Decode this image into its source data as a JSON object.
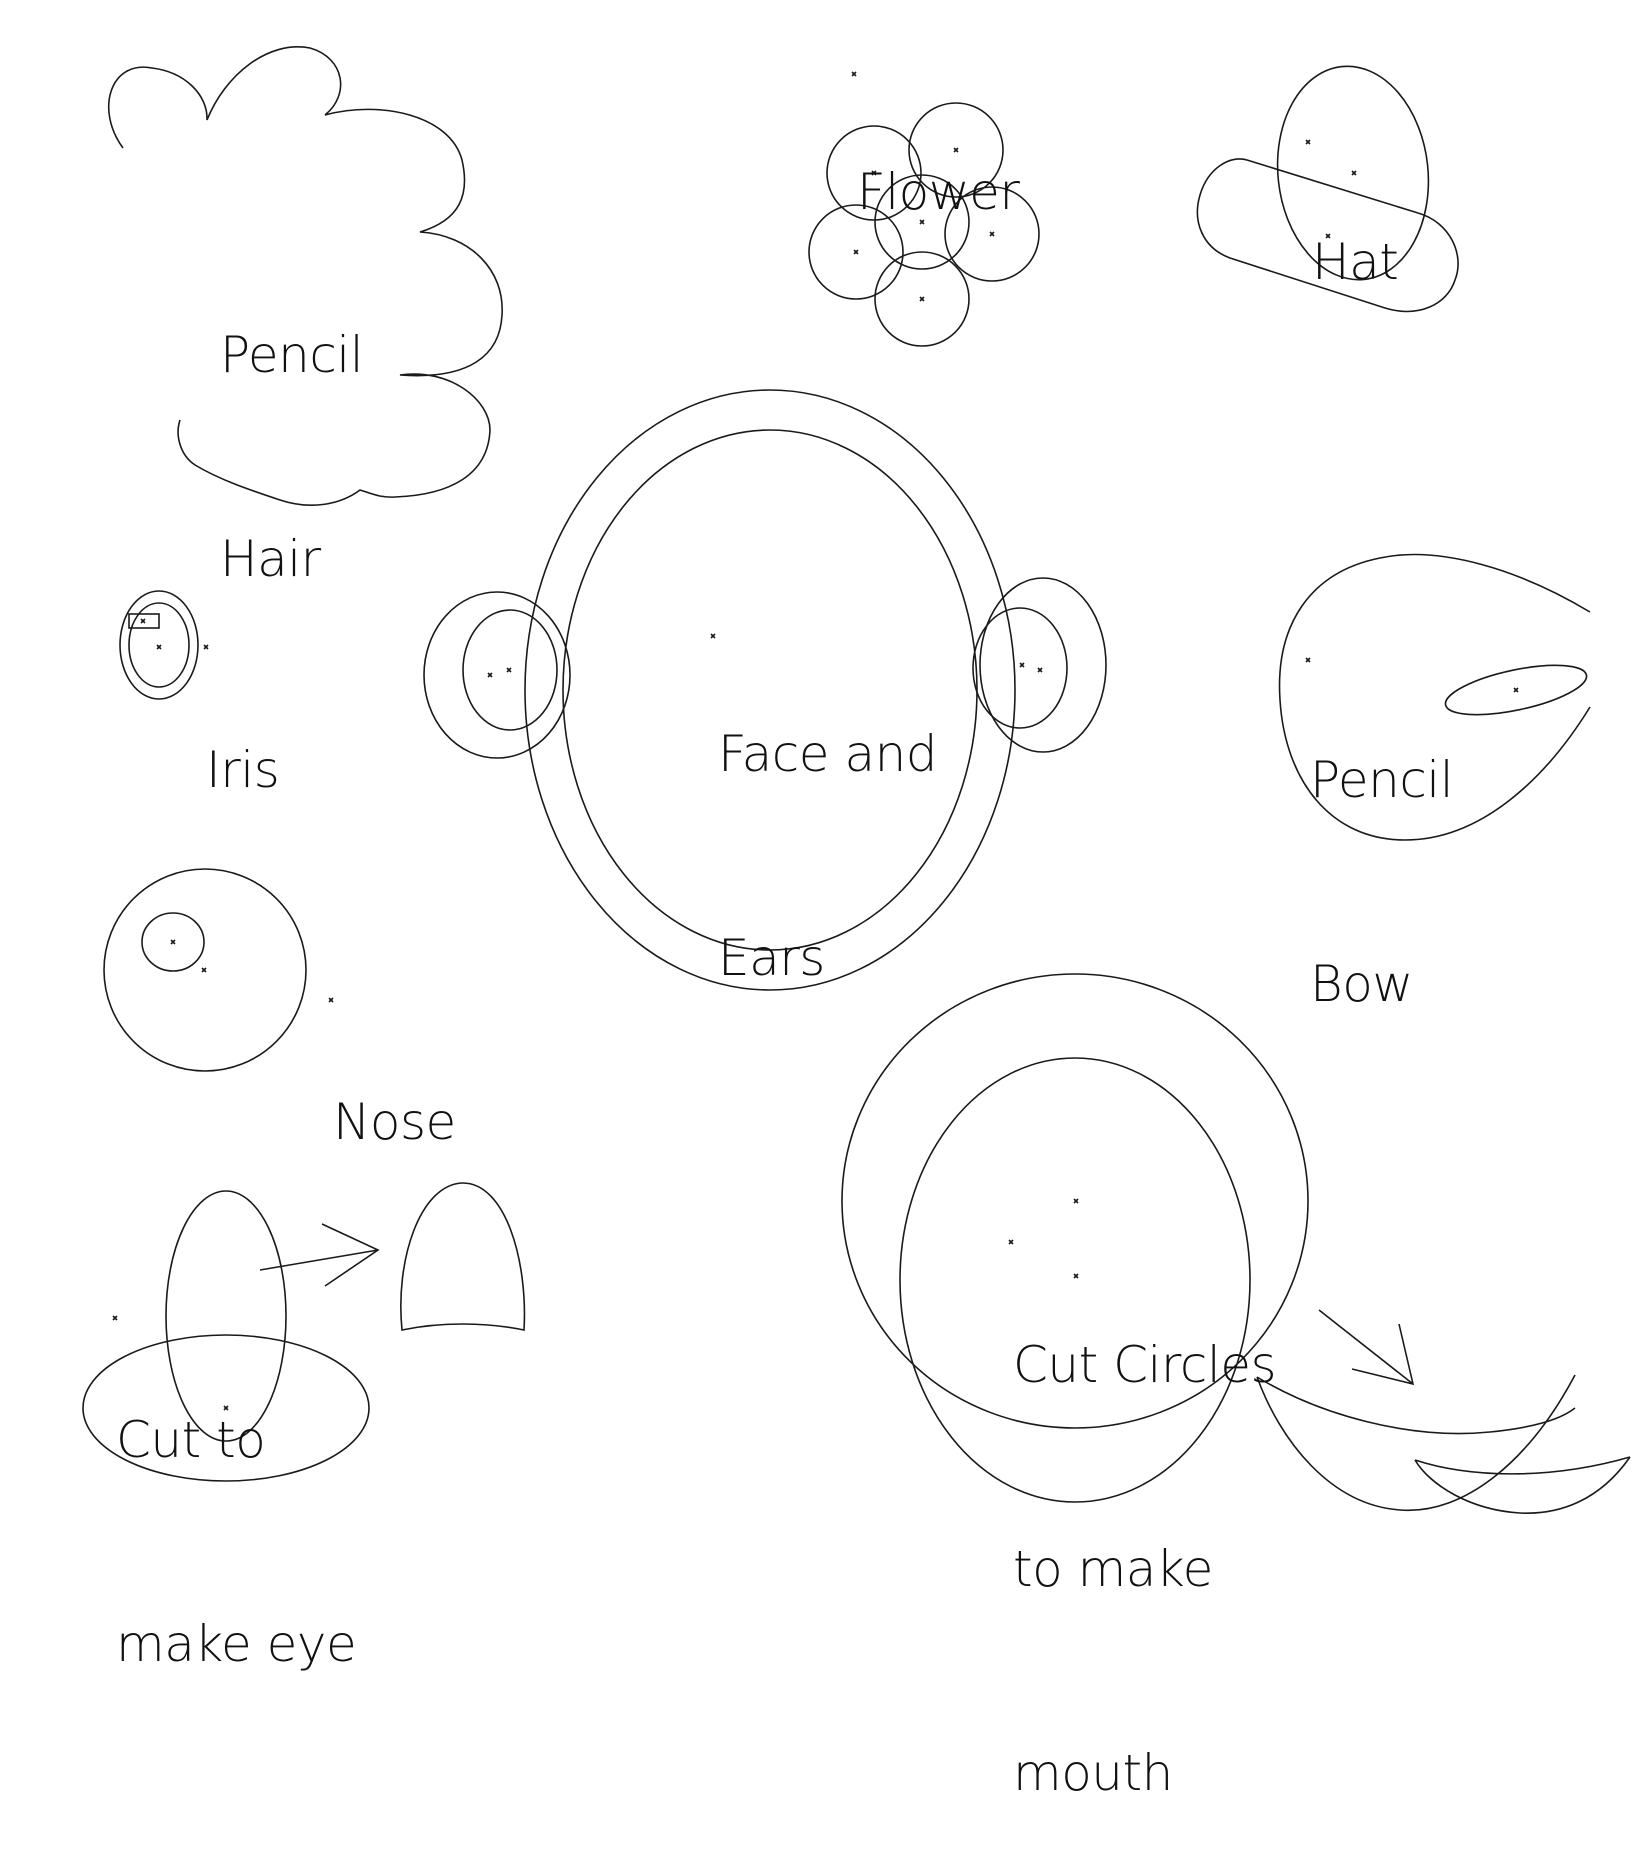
{
  "labels": {
    "flower": "Flower",
    "hat": "Hat",
    "pencil_hair": [
      "Pencil",
      "Hair"
    ],
    "iris": "Iris",
    "face_and_ears": [
      "Face and",
      "Ears"
    ],
    "pencil_bow": [
      "Pencil",
      "Bow"
    ],
    "nose": "Nose",
    "cut_to_make_eye": [
      "Cut to",
      "make eye"
    ],
    "cut_circles_to_make_mouth": [
      "Cut Circles",
      "to make",
      "mouth"
    ]
  },
  "colors": {
    "stroke": "#1a1a1a",
    "background": "#ffffff"
  }
}
